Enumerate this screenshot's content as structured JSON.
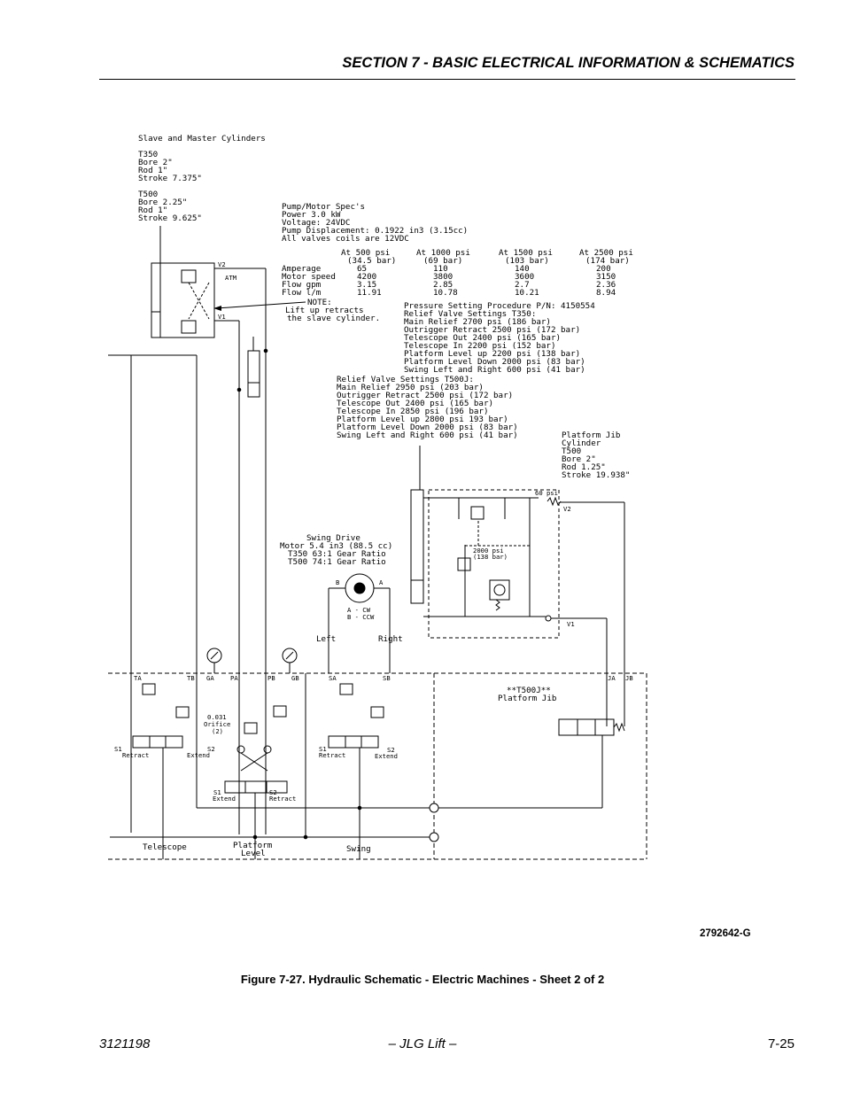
{
  "header": {
    "section_title": "SECTION 7 - BASIC ELECTRICAL INFORMATION & SCHEMATICS"
  },
  "cylinders": {
    "title": "Slave and Master Cylinders",
    "t350": [
      "T350",
      "Bore 2\"",
      "Rod 1\"",
      "Stroke 7.375\""
    ],
    "t500": [
      "T500",
      "Bore 2.25\"",
      "Rod 1\"",
      "Stroke 9.625\""
    ]
  },
  "pump_specs": {
    "lines": [
      "Pump/Motor Spec's",
      "Power   3.0 kW",
      "Voltage: 24VDC",
      "Pump Displacement: 0.1922 in3 (3.15cc)",
      "All valves coils are 12VDC"
    ]
  },
  "pump_table": {
    "row_labels": [
      "Amperage",
      "Motor speed",
      "Flow gpm",
      "Flow l/m"
    ],
    "columns": [
      {
        "h1": "At 500 psi",
        "h2": "(34.5 bar)",
        "values": [
          "65",
          "4200",
          "3.15",
          "11.91"
        ]
      },
      {
        "h1": "At 1000 psi",
        "h2": "(69 bar)",
        "values": [
          "110",
          "3800",
          "2.85",
          "10.78"
        ]
      },
      {
        "h1": "At 1500 psi",
        "h2": "(103 bar)",
        "values": [
          "140",
          "3600",
          "2.7",
          "10.21"
        ]
      },
      {
        "h1": "At 2500 psi",
        "h2": "(174 bar)",
        "values": [
          "200",
          "3150",
          "2.36",
          "8.94"
        ]
      }
    ]
  },
  "note": {
    "lines": [
      "NOTE:",
      "Lift up retracts",
      "the slave cylinder."
    ]
  },
  "relief_t350": {
    "lines": [
      "Pressure Setting Procedure P/N: 4150554",
      "Relief Valve Settings T350:",
      "Main Relief 2700 psi (186 bar)",
      "Outrigger Retract 2500 psi (172 bar)",
      "Telescope Out 2400 psi (165 bar)",
      "Telescope In 2200 psi (152 bar)",
      "Platform Level up 2200 psi (138 bar)",
      "Platform Level Down 2000 psi (83 bar)",
      "Swing Left and Right 600 psi (41 bar)"
    ]
  },
  "relief_t500j": {
    "lines": [
      "Relief Valve Settings T500J:",
      "Main Relief 2950 psi (203 bar)",
      "Outrigger Retract 2500 psi (172 bar)",
      "Telescope Out 2400 psi (165 bar)",
      "Telescope In 2850 psi (196 bar)",
      "Platform Level up 2800 psi 193 bar)",
      "Platform Level Down 2000 psi (83 bar)",
      "Swing Left and Right 600 psi (41 bar)"
    ]
  },
  "jib_cylinder": {
    "lines": [
      "Platform Jib",
      "Cylinder",
      "T500",
      "Bore 2\"",
      "Rod 1.25\"",
      "Stroke 19.938\""
    ]
  },
  "swing_drive": {
    "lines": [
      "Swing Drive",
      "Motor 5.4 in3 (88.5 cc)",
      "T350 63:1 Gear Ratio",
      "T500 74:1 Gear Ratio"
    ]
  },
  "motor_labels": {
    "a_cw": "A - CW",
    "b_ccw": "B - CCW",
    "left": "Left",
    "right": "Right",
    "port_b": "B",
    "port_a": "A"
  },
  "ports": {
    "v1": "V1",
    "v2": "V2",
    "atm": "ATM",
    "ta": "TA",
    "tb": "TB",
    "ga": "GA",
    "pa": "PA",
    "pb": "PB",
    "gb": "GB",
    "sa": "SA",
    "sb": "SB",
    "ja": "JA",
    "jb": "JB"
  },
  "valves": {
    "psi_60": "60 psi",
    "psi_2000": "2000 psi",
    "bar_138": "(138 bar)",
    "orifice": [
      "0.031",
      "Orifice",
      "(2)"
    ],
    "s1": "S1",
    "s2": "S2",
    "retract": "Retract",
    "extend": "Extend"
  },
  "jib_section": {
    "lines": [
      "**T500J**",
      "Platform Jib"
    ]
  },
  "sections": {
    "telescope": "Telescope",
    "platform_level": [
      "Platform",
      "Level"
    ],
    "swing": "Swing"
  },
  "drawing_number": "2792642-G",
  "caption": "Figure 7-27.  Hydraulic Schematic - Electric Machines - Sheet 2 of 2",
  "footer": {
    "doc_number": "3121198",
    "center": "– JLG Lift –",
    "page": "7-25"
  }
}
